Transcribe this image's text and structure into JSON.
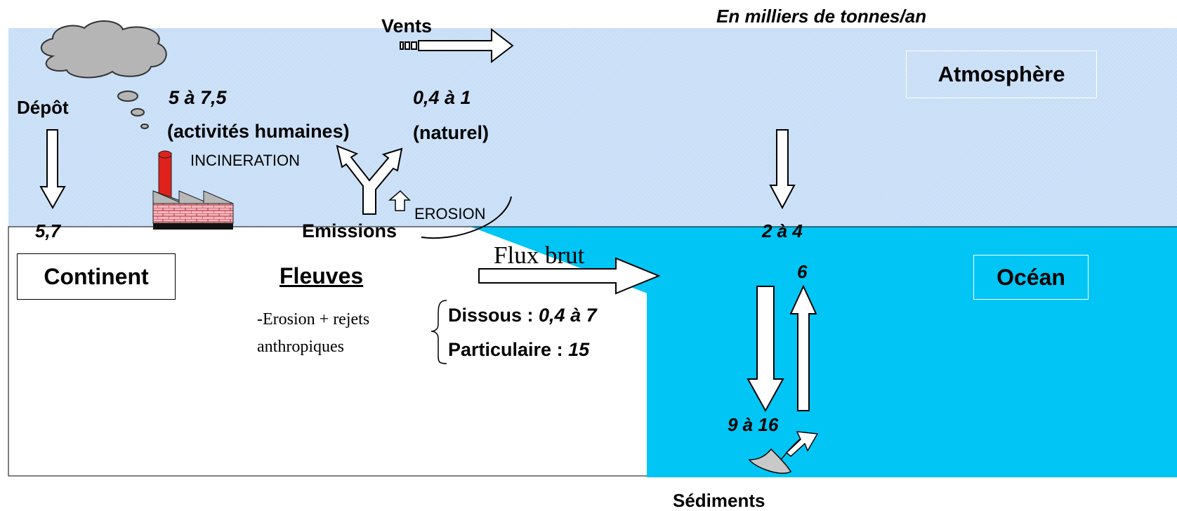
{
  "unit_note": "En milliers de tonnes/an",
  "compartments": {
    "atmosphere": "Atmosphère",
    "continent": "Continent",
    "ocean": "Océan"
  },
  "atmosphere": {
    "vents": "Vents",
    "depot_label": "Dépôt",
    "depot_value": "5,7",
    "human_value": "5 à 7,5",
    "human_label": "(activités humaines)",
    "natural_value": "0,4 à 1",
    "natural_label": "(naturel)",
    "incineration": "INCINERATION",
    "erosion": "EROSION",
    "emissions": "Emissions",
    "ocean_deposition_value": "2 à 4"
  },
  "rivers": {
    "title": "Fleuves",
    "source_line1": "-Erosion + rejets",
    "source_line2": "anthropiques",
    "dissolved_label": "Dissous : ",
    "dissolved_value": "0,4 à 7",
    "particulate_label": "Particulaire : ",
    "particulate_value": "15",
    "gross_flux": "Flux brut"
  },
  "ocean": {
    "upward_value": "6",
    "downward_value": "9 à 16",
    "sediments": "Sédiments"
  },
  "colors": {
    "atmosphere": "#cce3fb",
    "ocean": "#00c5f5",
    "cloud": "#b5b5b5",
    "chimney": "#e0211b",
    "brick": "#f6b4bf"
  }
}
